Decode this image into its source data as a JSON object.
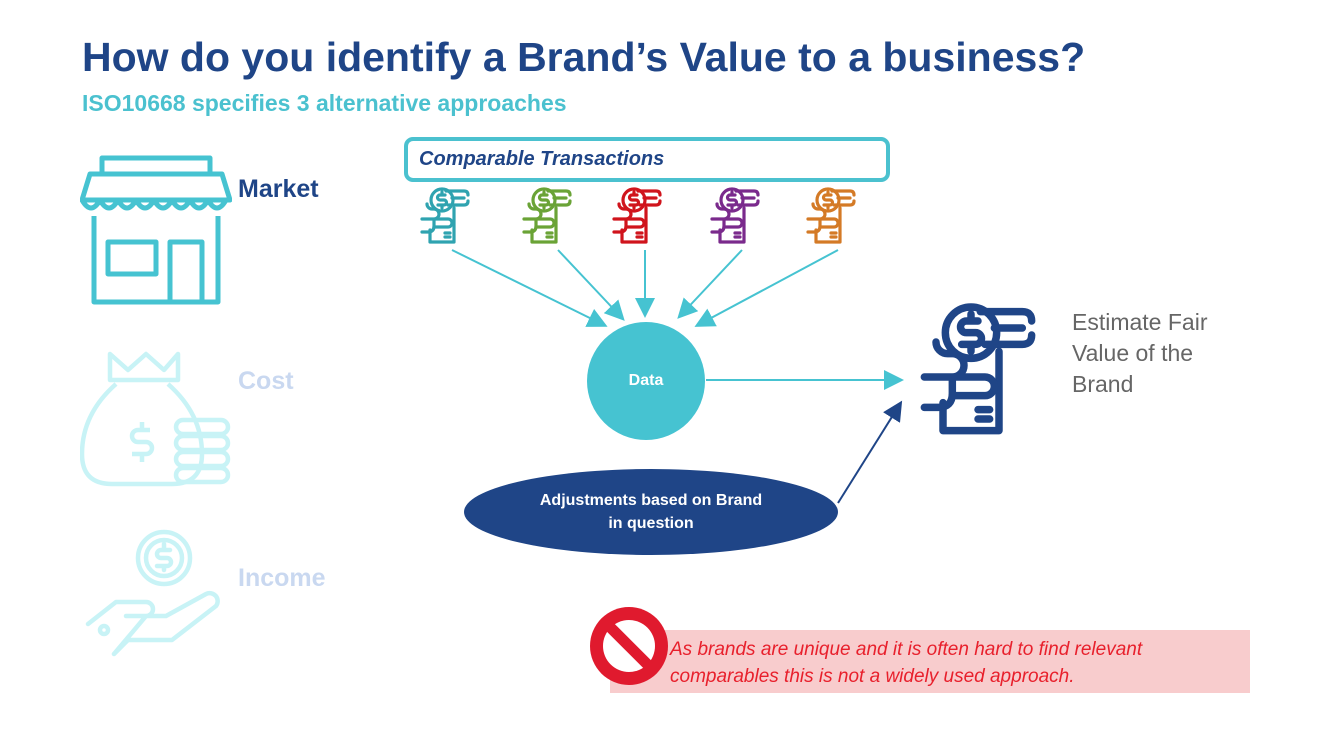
{
  "title": "How do you identify a Brand’s Value to a business?",
  "subtitle": "ISO10668 specifies 3 alternative approaches",
  "approaches": [
    {
      "label": "Market",
      "icon": "store-icon",
      "color": "#1f4587",
      "active": true
    },
    {
      "label": "Cost",
      "icon": "money-bag-icon",
      "color": "#c9d8f0",
      "active": false
    },
    {
      "label": "Income",
      "icon": "hand-coin-icon",
      "color": "#c9d8f0",
      "active": false
    }
  ],
  "comparable_transactions": {
    "label": "Comparable Transactions",
    "icon_colors": [
      "#2fa3b0",
      "#6aa336",
      "#d0141c",
      "#7a2a8c",
      "#d47a26"
    ]
  },
  "data_node": "Data",
  "adjustments_node": "Adjustments based on Brand in question",
  "result": {
    "text": "Estimate Fair Value of the Brand",
    "color": "#1f4587"
  },
  "warning": {
    "icon": "no-entry-icon",
    "text": "As brands are unique and it is often hard to find relevant comparables this is not a widely used approach."
  },
  "colors": {
    "navy": "#1f4587",
    "teal": "#4bc1cf",
    "red": "#e8202c"
  }
}
